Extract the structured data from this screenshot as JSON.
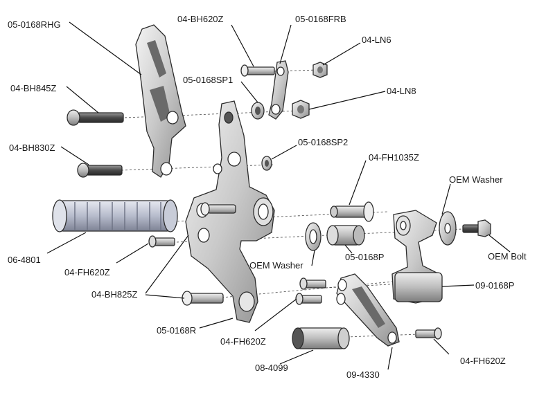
{
  "labels": {
    "rhg": "05-0168RHG",
    "bh845z": "04-BH845Z",
    "bh830z": "04-BH830Z",
    "grip": "06-4801",
    "fh620z_left": "04-FH620Z",
    "bh825z": "04-BH825Z",
    "r_bracket": "05-0168R",
    "fh620z_bottom": "04-FH620Z",
    "spacer_4099": "08-4099",
    "link_4330": "09-4330",
    "fh620z_right": "04-FH620Z",
    "bh620z_top": "04-BH620Z",
    "frb": "05-0168FRB",
    "ln6": "04-LN6",
    "sp1": "05-0168SP1",
    "ln8": "04-LN8",
    "sp2": "05-0168SP2",
    "fh1035z": "04-FH1035Z",
    "oem_washer_right": "OEM Washer",
    "oem_washer_mid": "OEM Washer",
    "p_0168": "05-0168P",
    "oem_bolt": "OEM Bolt",
    "p_09_0168": "09-0168P"
  }
}
